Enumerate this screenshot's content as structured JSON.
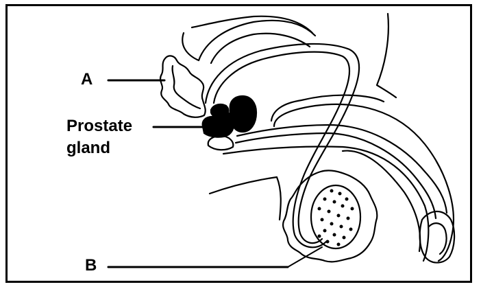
{
  "labels": {
    "a": "A",
    "prostate_line1": "Prostate",
    "prostate_line2": "gland",
    "b": "B"
  },
  "colors": {
    "ink": "#000000",
    "background": "#ffffff"
  }
}
